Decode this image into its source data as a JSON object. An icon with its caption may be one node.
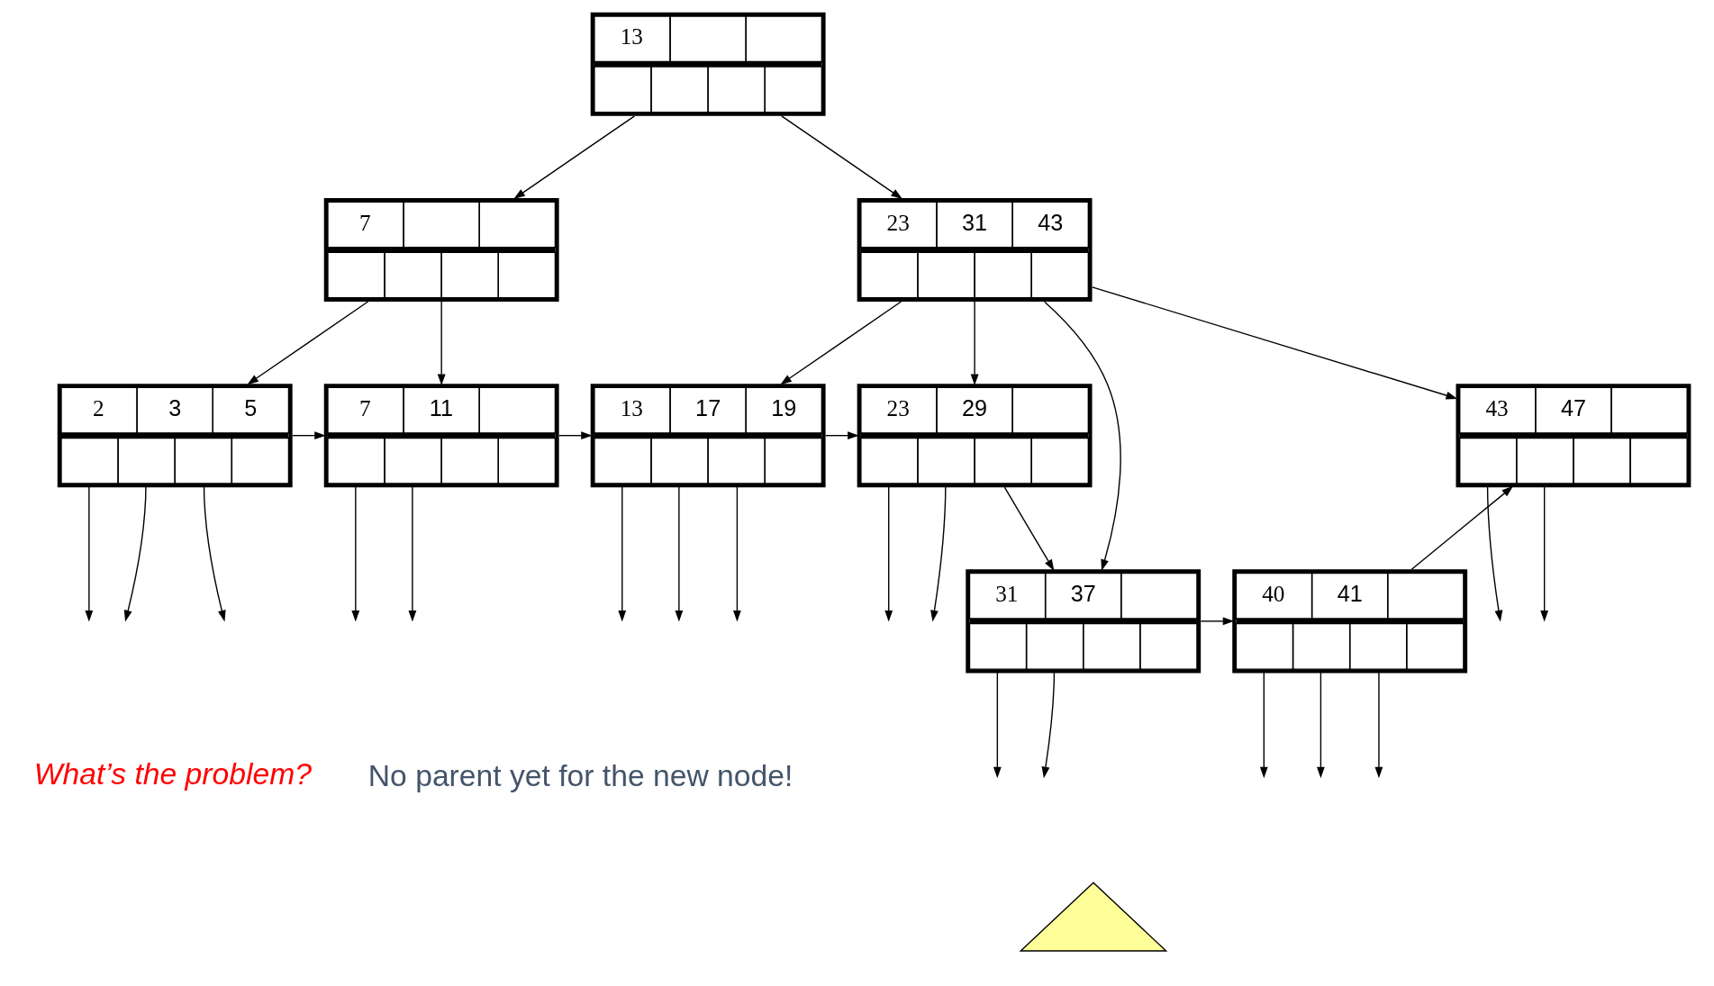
{
  "diagram": {
    "nodes": [
      {
        "text": [
          "13"
        ]
      },
      {
        "text": [
          "7"
        ]
      },
      {
        "text": [
          "23",
          "31",
          "43"
        ]
      },
      {
        "text": [
          "2",
          "3",
          "5"
        ]
      },
      {
        "text": [
          "7",
          "11"
        ]
      },
      {
        "text": [
          "13",
          "17",
          "19"
        ]
      },
      {
        "text": [
          "23",
          "29"
        ]
      },
      {
        "text": [
          "43",
          "47"
        ]
      },
      {
        "text": [
          "31",
          "37"
        ]
      },
      {
        "text": [
          "40",
          "41"
        ]
      },
      {
        "text": [],
        "shape": "triangle"
      }
    ],
    "edges": [
      {
        "from": 0,
        "to": 1,
        "arrow": "to"
      },
      {
        "from": 0,
        "to": 2,
        "arrow": "to"
      },
      {
        "from": 1,
        "to": 3,
        "arrow": "to"
      },
      {
        "from": 1,
        "to": 4,
        "arrow": "to"
      },
      {
        "from": 2,
        "to": 5,
        "arrow": "to"
      },
      {
        "from": 2,
        "to": 6,
        "arrow": "to"
      },
      {
        "from": 2,
        "to": 8,
        "arrow": "to"
      },
      {
        "from": 2,
        "to": 7,
        "arrow": "to"
      },
      {
        "from": 3,
        "to": 4,
        "arrow": "to"
      },
      {
        "from": 4,
        "to": 5,
        "arrow": "to"
      },
      {
        "from": 5,
        "to": 6,
        "arrow": "to"
      },
      {
        "from": 6,
        "to": 8,
        "arrow": "to"
      },
      {
        "from": 8,
        "to": 9,
        "arrow": "to"
      },
      {
        "from": 9,
        "to": 7,
        "arrow": "to"
      },
      {
        "from": 3,
        "to": null,
        "arrow": "to"
      },
      {
        "from": 3,
        "to": null,
        "arrow": "to"
      },
      {
        "from": 3,
        "to": null,
        "arrow": "to"
      },
      {
        "from": 4,
        "to": null,
        "arrow": "to"
      },
      {
        "from": 4,
        "to": null,
        "arrow": "to"
      },
      {
        "from": 5,
        "to": null,
        "arrow": "to"
      },
      {
        "from": 5,
        "to": null,
        "arrow": "to"
      },
      {
        "from": 5,
        "to": null,
        "arrow": "to"
      },
      {
        "from": 6,
        "to": null,
        "arrow": "to"
      },
      {
        "from": 6,
        "to": null,
        "arrow": "to"
      },
      {
        "from": 7,
        "to": null,
        "arrow": "to"
      },
      {
        "from": 7,
        "to": null,
        "arrow": "to"
      },
      {
        "from": 8,
        "to": null,
        "arrow": "to"
      },
      {
        "from": 8,
        "to": null,
        "arrow": "to"
      },
      {
        "from": 9,
        "to": null,
        "arrow": "to"
      },
      {
        "from": 9,
        "to": null,
        "arrow": "to"
      },
      {
        "from": 9,
        "to": null,
        "arrow": "to"
      }
    ],
    "labels": [
      "What’s the problem?",
      "No parent yet for the new node!"
    ]
  }
}
